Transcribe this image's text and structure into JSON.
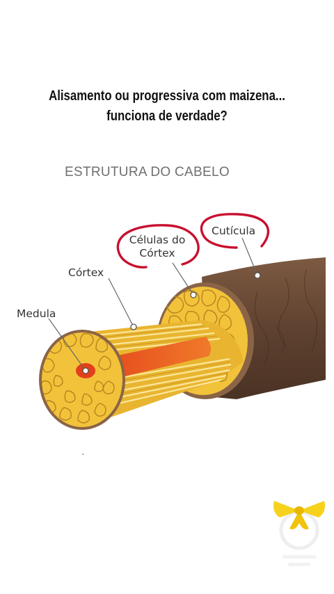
{
  "headline": {
    "line1": "Alisamento ou progressiva com maizena...",
    "line2": "funciona de verdade?"
  },
  "diagram": {
    "title": "ESTRUTURA DO CABELO",
    "labels": {
      "medula": "Medula",
      "cortex": "Córtex",
      "celulas_line1": "Células do",
      "celulas_line2": "Córtex",
      "cuticula": "Cutícula"
    },
    "stray_mark": "·"
  },
  "colors": {
    "highlight_ring": "#c8102e",
    "cuticle": "#6b4a35",
    "cortex_cells": "#f2c23a",
    "medulla": "#e8501c",
    "watermark_bow": "#f7d21c"
  },
  "icons": [
    "yellow-bow-logo-icon"
  ]
}
